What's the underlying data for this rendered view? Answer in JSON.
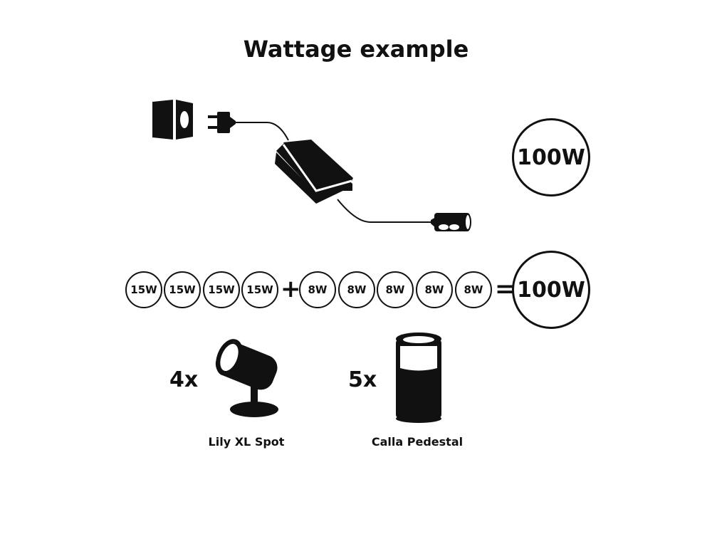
{
  "title": "Wattage example",
  "power_supply": {
    "capacity": "100W"
  },
  "equation": {
    "spot_wattages": [
      "15W",
      "15W",
      "15W",
      "15W"
    ],
    "pedestal_wattages": [
      "8W",
      "8W",
      "8W",
      "8W",
      "8W"
    ],
    "plus": "+",
    "equals": "=",
    "total": "100W"
  },
  "products": [
    {
      "quantity": "4x",
      "name": "Lily XL Spot",
      "icon": "spotlight-icon"
    },
    {
      "quantity": "5x",
      "name": "Calla Pedestal",
      "icon": "pedestal-light-icon"
    }
  ],
  "colors": {
    "ink": "#111111",
    "background": "#ffffff"
  }
}
